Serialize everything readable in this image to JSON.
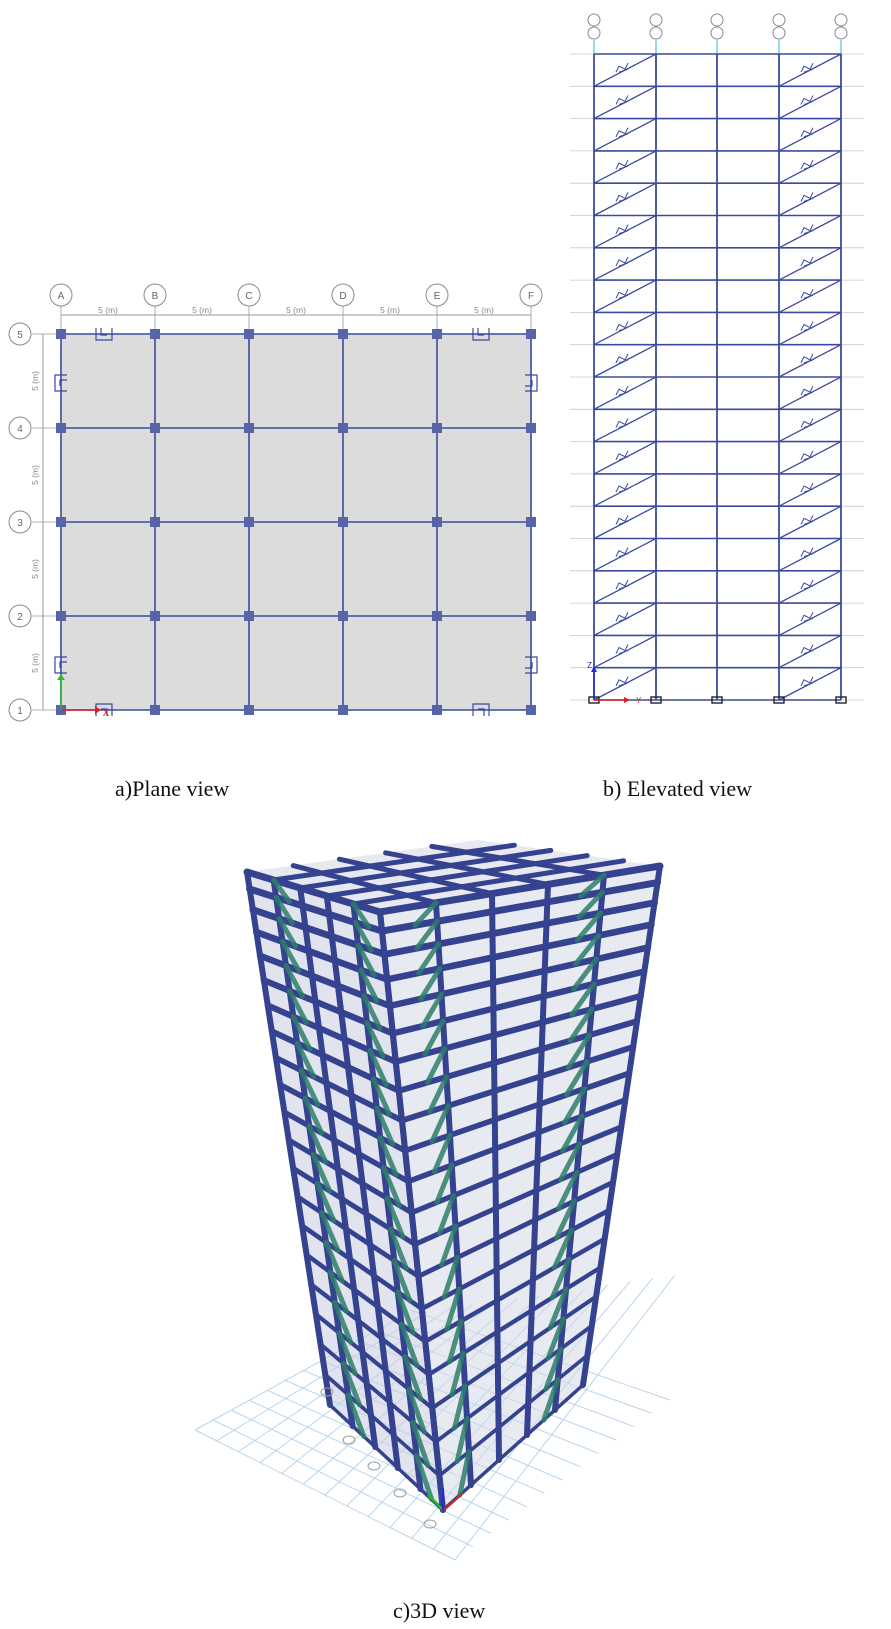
{
  "captions": {
    "plane": "a)Plane view",
    "elevated": "b) Elevated view",
    "view3d": "c)3D view"
  },
  "plan": {
    "grid_x": [
      "A",
      "B",
      "C",
      "D",
      "E",
      "F"
    ],
    "grid_y": [
      "5",
      "4",
      "3",
      "2",
      "1"
    ],
    "bay_label": "5 (m)",
    "axis_x_label": "X"
  },
  "elevation": {
    "stories": 20,
    "columns": 5,
    "axis_labels": [
      "Z",
      "Y"
    ]
  },
  "colors": {
    "frame": "#3b4a9c",
    "frame_dark": "#2d3a86",
    "slab": "#dcdcdc",
    "grid_line": "#9a9a9a",
    "bubble": "#8a8a8a",
    "brace_green": "#2f7f6a",
    "axis_x": "#e02020",
    "axis_y": "#20c020",
    "ground_grid": "#b8d4ee"
  }
}
